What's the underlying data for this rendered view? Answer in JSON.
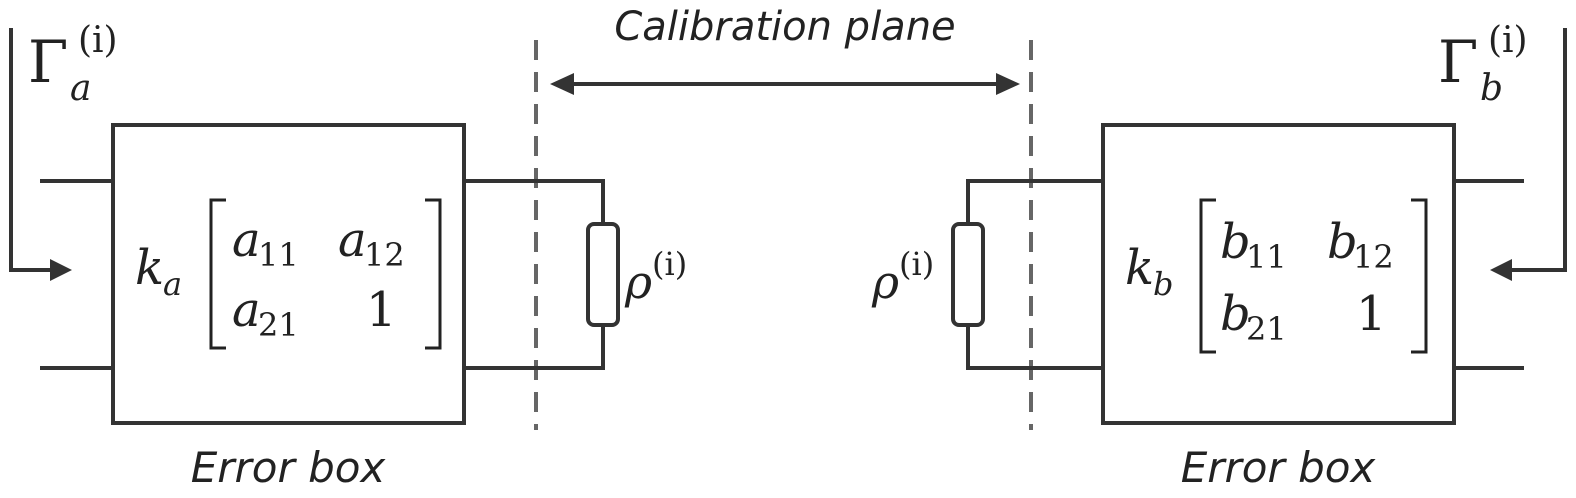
{
  "calibration_plane_label": "Calibration plane",
  "left": {
    "gamma_symbol": "Γ",
    "gamma_sub": "a",
    "gamma_sup": "(i)",
    "k_symbol": "k",
    "k_sub": "a",
    "matrix": {
      "m11_base": "a",
      "m11_sub": "11",
      "m12_base": "a",
      "m12_sub": "12",
      "m21_base": "a",
      "m21_sub": "21",
      "m22": "1"
    },
    "rho_symbol": "ρ",
    "rho_sup": "(i)",
    "box_caption": "Error box"
  },
  "right": {
    "gamma_symbol": "Γ",
    "gamma_sub": "b",
    "gamma_sup": "(i)",
    "k_symbol": "k",
    "k_sub": "b",
    "matrix": {
      "m11_base": "b",
      "m11_sub": "11",
      "m12_base": "b",
      "m12_sub": "12",
      "m21_base": "b",
      "m21_sub": "21",
      "m22": "1"
    },
    "rho_symbol": "ρ",
    "rho_sup": "(i)",
    "box_caption": "Error box"
  }
}
